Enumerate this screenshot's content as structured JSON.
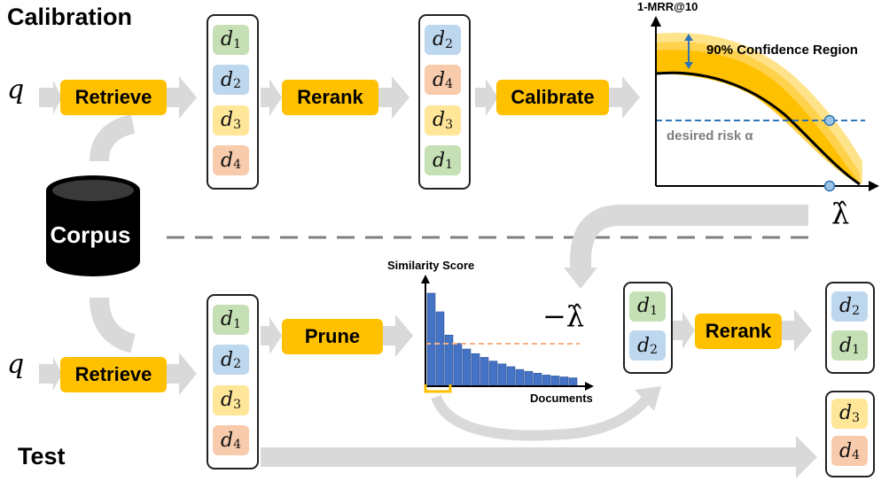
{
  "sections": {
    "calibration": "Calibration",
    "test": "Test"
  },
  "query_symbol": "q",
  "corpus_label": "Corpus",
  "buttons": {
    "retrieve": "Retrieve",
    "rerank": "Rerank",
    "calibrate": "Calibrate",
    "prune": "Prune"
  },
  "doc_symbol": "d",
  "stacks": {
    "calib_retrieved": [
      {
        "idx": "1",
        "color": "green"
      },
      {
        "idx": "2",
        "color": "blue"
      },
      {
        "idx": "3",
        "color": "yellow"
      },
      {
        "idx": "4",
        "color": "orange"
      }
    ],
    "calib_reranked": [
      {
        "idx": "2",
        "color": "blue"
      },
      {
        "idx": "4",
        "color": "orange"
      },
      {
        "idx": "3",
        "color": "yellow"
      },
      {
        "idx": "1",
        "color": "green"
      }
    ],
    "test_retrieved": [
      {
        "idx": "1",
        "color": "green"
      },
      {
        "idx": "2",
        "color": "blue"
      },
      {
        "idx": "3",
        "color": "yellow"
      },
      {
        "idx": "4",
        "color": "orange"
      }
    ],
    "test_pruned": [
      {
        "idx": "1",
        "color": "green"
      },
      {
        "idx": "2",
        "color": "blue"
      }
    ],
    "test_reranked": [
      {
        "idx": "2",
        "color": "blue"
      },
      {
        "idx": "1",
        "color": "green"
      }
    ],
    "test_tail": [
      {
        "idx": "3",
        "color": "yellow"
      },
      {
        "idx": "4",
        "color": "orange"
      }
    ]
  },
  "risk_plot": {
    "ylabel": "1-MRR@10",
    "band_label": "90% Confidence Region",
    "threshold_label": "desired risk α",
    "lambda_label": "λ̂"
  },
  "prune_plot": {
    "ylabel": "Similarity Score",
    "xlabel": "Documents",
    "threshold_label": "−λ̂",
    "bars": [
      1.0,
      0.8,
      0.55,
      0.46,
      0.4,
      0.35,
      0.31,
      0.27,
      0.24,
      0.21,
      0.18,
      0.16,
      0.14,
      0.12,
      0.11,
      0.1,
      0.09
    ]
  },
  "colors": {
    "accent": "#FFC000",
    "arrow": "#D9D9D9",
    "band_light": "#FFE38A",
    "band_mid": "#FFD24D",
    "band_dark": "#FFC000",
    "bar": "#4472C4",
    "threshold": "#2E75B6",
    "prune_threshold": "#F4B183"
  }
}
